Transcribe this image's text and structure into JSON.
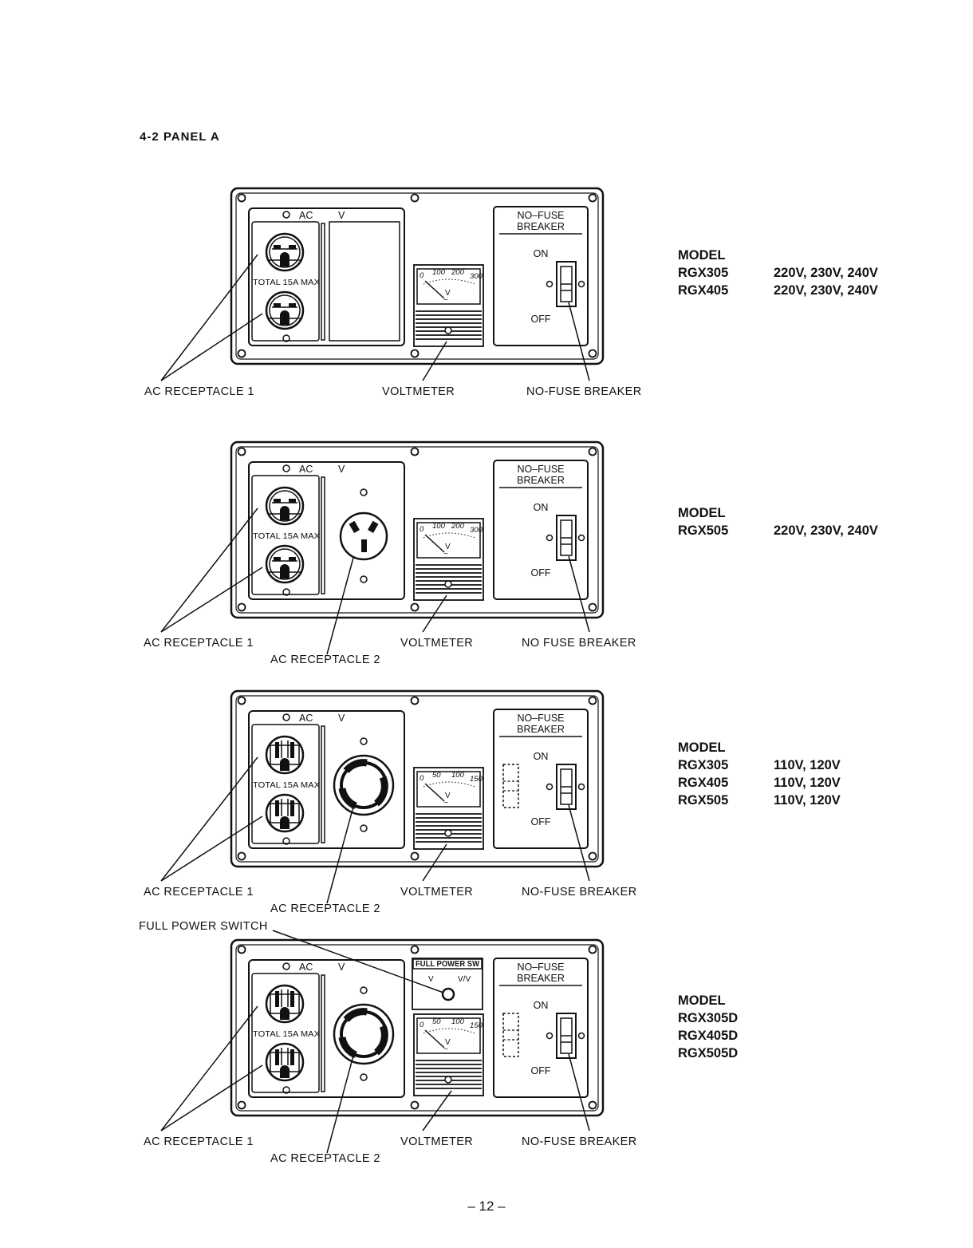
{
  "heading": "4-2  PANEL A",
  "page_number": "– 12 –",
  "panel_text": {
    "ac": "AC",
    "v": "V",
    "total_rating": "TOTAL 15A MAX",
    "breaker_title_1": "NO–FUSE",
    "breaker_title_2": "BREAKER",
    "on": "ON",
    "off": "OFF",
    "volt_unit": "V",
    "volt_ac_symbol": "~",
    "volt_ticks_high": [
      "0",
      "100",
      "200",
      "300"
    ],
    "volt_ticks_low": [
      "0",
      "50",
      "100",
      "150"
    ],
    "full_power_sw": "FULL POWER SW",
    "switch_v": "V",
    "switch_vv": "V/V"
  },
  "panels": [
    {
      "labels": {
        "receptacle_1": "AC RECEPTACLE 1",
        "voltmeter": "VOLTMETER",
        "breaker": "NO-FUSE BREAKER"
      },
      "models": {
        "title": "MODEL",
        "rows": [
          {
            "name": "RGX305",
            "voltage": "220V, 230V, 240V"
          },
          {
            "name": "RGX405",
            "voltage": "220V, 230V, 240V"
          }
        ]
      }
    },
    {
      "labels": {
        "receptacle_1": "AC RECEPTACLE 1",
        "receptacle_2": "AC RECEPTACLE 2",
        "voltmeter": "VOLTMETER",
        "breaker": "NO FUSE BREAKER"
      },
      "models": {
        "title": "MODEL",
        "rows": [
          {
            "name": "RGX505",
            "voltage": "220V, 230V, 240V"
          }
        ]
      }
    },
    {
      "labels": {
        "receptacle_1": "AC RECEPTACLE 1",
        "receptacle_2": "AC RECEPTACLE 2",
        "voltmeter": "VOLTMETER",
        "breaker": "NO-FUSE BREAKER"
      },
      "models": {
        "title": "MODEL",
        "rows": [
          {
            "name": "RGX305",
            "voltage": "110V, 120V"
          },
          {
            "name": "RGX405",
            "voltage": "110V, 120V"
          },
          {
            "name": "RGX505",
            "voltage": "110V, 120V"
          }
        ]
      }
    },
    {
      "labels": {
        "receptacle_1": "AC RECEPTACLE 1",
        "receptacle_2": "AC RECEPTACLE 2",
        "voltmeter": "VOLTMETER",
        "breaker": "NO-FUSE BREAKER",
        "full_power_switch": "FULL POWER SWITCH"
      },
      "models": {
        "title": "MODEL",
        "rows": [
          {
            "name": "RGX305D",
            "voltage": ""
          },
          {
            "name": "RGX405D",
            "voltage": ""
          },
          {
            "name": "RGX505D",
            "voltage": ""
          }
        ]
      }
    }
  ]
}
